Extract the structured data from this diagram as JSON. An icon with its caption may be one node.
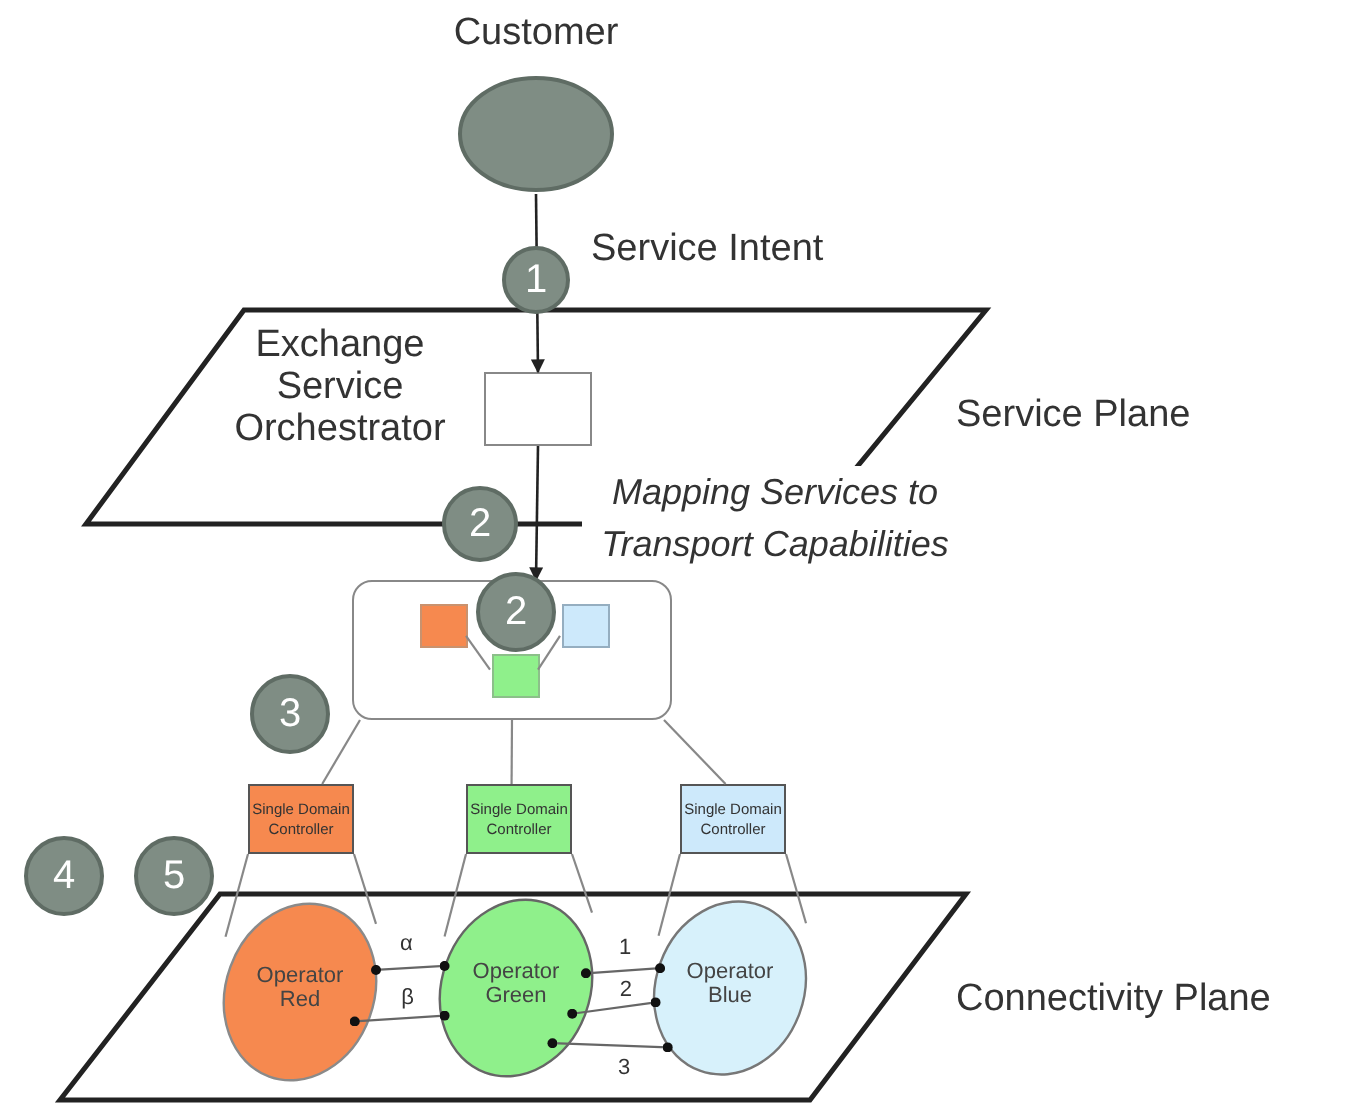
{
  "diagram": {
    "nodes": [
      {
        "text": [
          "Customer"
        ]
      },
      {
        "text": [
          "Service Plane"
        ]
      },
      {
        "text": [],
        "shape": "box",
        "beside": [
          "Exchange Service Orchestrator"
        ],
        "in": 1
      },
      {
        "text": [],
        "shape": "box"
      },
      {
        "text": [],
        "shape": "box",
        "in": 3
      },
      {
        "text": [],
        "shape": "box",
        "in": 3
      },
      {
        "text": [],
        "shape": "box",
        "in": 3
      },
      {
        "text": [
          "Single Domain Controller"
        ]
      },
      {
        "text": [
          "Single Domain Controller"
        ]
      },
      {
        "text": [
          "Single Domain Controller"
        ]
      },
      {
        "text": [
          "Connectivity Plane"
        ]
      },
      {
        "text": [
          "Operator Red"
        ],
        "in": 10
      },
      {
        "text": [
          "Operator Green"
        ],
        "in": 10
      },
      {
        "text": [
          "Operator Blue"
        ],
        "in": 10
      }
    ],
    "edges": [
      {
        "from": 0,
        "to": 2,
        "arrow": "to",
        "label": "Service Intent",
        "color": "#222222"
      },
      {
        "from": 2,
        "to": 3,
        "arrow": "to",
        "label": "Mapping Services to Transport Capabilities",
        "color": "#222222"
      },
      {
        "from": 4,
        "to": 5,
        "arrow": "none"
      },
      {
        "from": 6,
        "to": 5,
        "arrow": "none"
      },
      {
        "from": 3,
        "to": 7,
        "arrow": "none"
      },
      {
        "from": 3,
        "to": 8,
        "arrow": "none"
      },
      {
        "from": 3,
        "to": 9,
        "arrow": "none"
      },
      {
        "from": 7,
        "to": 11,
        "arrow": "none"
      },
      {
        "from": 7,
        "to": 11,
        "arrow": "none"
      },
      {
        "from": 8,
        "to": 12,
        "arrow": "none"
      },
      {
        "from": 8,
        "to": 12,
        "arrow": "none"
      },
      {
        "from": 9,
        "to": 13,
        "arrow": "none"
      },
      {
        "from": 9,
        "to": 13,
        "arrow": "none"
      },
      {
        "from": 11,
        "to": 12,
        "arrow": "other",
        "label": "α"
      },
      {
        "from": 11,
        "to": 12,
        "arrow": "other",
        "label": "β"
      },
      {
        "from": 12,
        "to": 13,
        "arrow": "other",
        "label": "1"
      },
      {
        "from": 12,
        "to": 13,
        "arrow": "other",
        "label": "2"
      },
      {
        "from": 12,
        "to": 13,
        "arrow": "other",
        "label": "3"
      }
    ],
    "labels": [
      "1",
      "2",
      "2",
      "3",
      "4",
      "5"
    ]
  }
}
